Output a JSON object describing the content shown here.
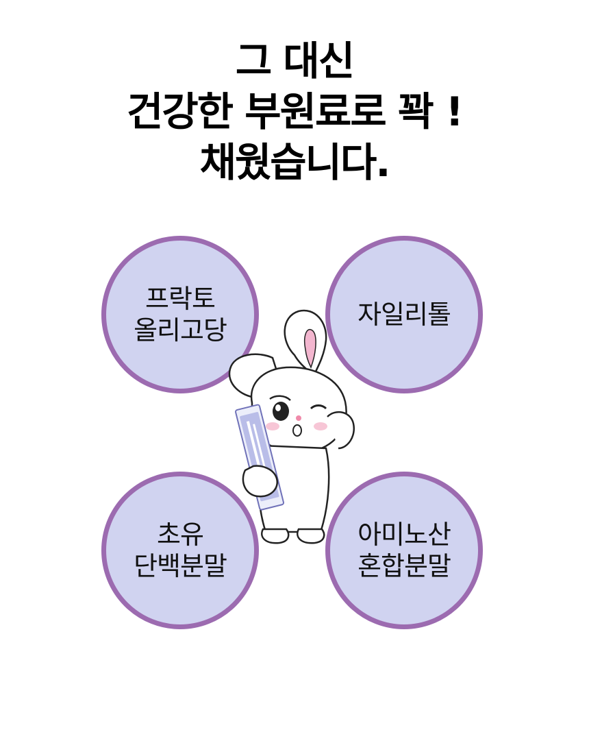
{
  "headline": {
    "lines": [
      "그 대신",
      "건강한 부원료로 꽉 !",
      "채웠습니다."
    ]
  },
  "ingredients": [
    {
      "lines": [
        "프락토",
        "올리고당"
      ]
    },
    {
      "lines": [
        "자일리톨"
      ]
    },
    {
      "lines": [
        "초유",
        "단백분말"
      ]
    },
    {
      "lines": [
        "아미노산",
        "혼합분말"
      ]
    }
  ],
  "mascot": {
    "icon": "bunny-mascot-icon",
    "holding": "product-stick-pouch-icon"
  },
  "colors": {
    "circle_fill": "#d0d3f0",
    "circle_border": "#9c6bb0",
    "text": "#000000",
    "background": "#ffffff"
  }
}
